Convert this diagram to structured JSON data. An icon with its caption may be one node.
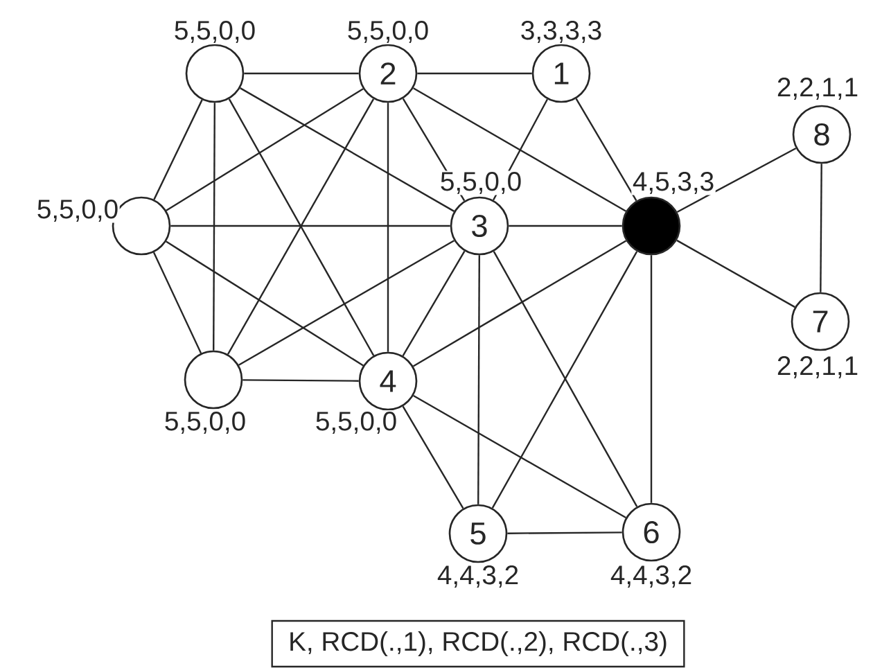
{
  "diagram": {
    "nodes": [
      {
        "text": [],
        "shape": "circle",
        "beside": [
          "5,5,0,0"
        ]
      },
      {
        "text": [
          "2"
        ],
        "beside": [
          "5,5,0,0"
        ]
      },
      {
        "text": [
          "1"
        ],
        "beside": [
          "3,3,3,3"
        ]
      },
      {
        "text": [
          "8"
        ],
        "beside": [
          "2,2,1,1"
        ]
      },
      {
        "text": [],
        "shape": "circle",
        "beside": [
          "5,5,0,0"
        ]
      },
      {
        "text": [
          "3"
        ],
        "beside": [
          "5,5,0,0"
        ]
      },
      {
        "text": [],
        "shape": "circle",
        "beside": [
          "4,5,3,3"
        ]
      },
      {
        "text": [
          "7"
        ],
        "beside": [
          "2,2,1,1"
        ]
      },
      {
        "text": [],
        "shape": "circle",
        "beside": [
          "5,5,0,0"
        ]
      },
      {
        "text": [
          "4"
        ],
        "beside": [
          "5,5,0,0"
        ]
      },
      {
        "text": [
          "5"
        ],
        "beside": [
          "4,4,3,2"
        ]
      },
      {
        "text": [
          "6"
        ],
        "beside": [
          "4,4,3,2"
        ]
      },
      {
        "text": [
          "K, RCD(.,1), RCD(.,2), RCD(.,3)"
        ]
      }
    ],
    "edges": [
      {
        "from": 0,
        "to": 1,
        "arrow": "none"
      },
      {
        "from": 1,
        "to": 2,
        "arrow": "none"
      },
      {
        "from": 0,
        "to": 4,
        "arrow": "none"
      },
      {
        "from": 0,
        "to": 5,
        "arrow": "none"
      },
      {
        "from": 0,
        "to": 8,
        "arrow": "none"
      },
      {
        "from": 0,
        "to": 9,
        "arrow": "none"
      },
      {
        "from": 1,
        "to": 4,
        "arrow": "none"
      },
      {
        "from": 1,
        "to": 5,
        "arrow": "none"
      },
      {
        "from": 1,
        "to": 8,
        "arrow": "none"
      },
      {
        "from": 1,
        "to": 9,
        "arrow": "none"
      },
      {
        "from": 1,
        "to": 6,
        "arrow": "none"
      },
      {
        "from": 2,
        "to": 5,
        "arrow": "none"
      },
      {
        "from": 2,
        "to": 6,
        "arrow": "none"
      },
      {
        "from": 6,
        "to": 3,
        "arrow": "none"
      },
      {
        "from": 3,
        "to": 7,
        "arrow": "none"
      },
      {
        "from": 4,
        "to": 5,
        "arrow": "none"
      },
      {
        "from": 4,
        "to": 8,
        "arrow": "none"
      },
      {
        "from": 4,
        "to": 9,
        "arrow": "none"
      },
      {
        "from": 5,
        "to": 6,
        "arrow": "none"
      },
      {
        "from": 5,
        "to": 8,
        "arrow": "none"
      },
      {
        "from": 5,
        "to": 9,
        "arrow": "none"
      },
      {
        "from": 5,
        "to": 10,
        "arrow": "none"
      },
      {
        "from": 5,
        "to": 11,
        "arrow": "none"
      },
      {
        "from": 6,
        "to": 7,
        "arrow": "none"
      },
      {
        "from": 6,
        "to": 9,
        "arrow": "none"
      },
      {
        "from": 6,
        "to": 10,
        "arrow": "none"
      },
      {
        "from": 6,
        "to": 11,
        "arrow": "none"
      },
      {
        "from": 8,
        "to": 9,
        "arrow": "none"
      },
      {
        "from": 9,
        "to": 10,
        "arrow": "none"
      },
      {
        "from": 9,
        "to": 11,
        "arrow": "none"
      },
      {
        "from": 10,
        "to": 11,
        "arrow": "none"
      }
    ]
  }
}
